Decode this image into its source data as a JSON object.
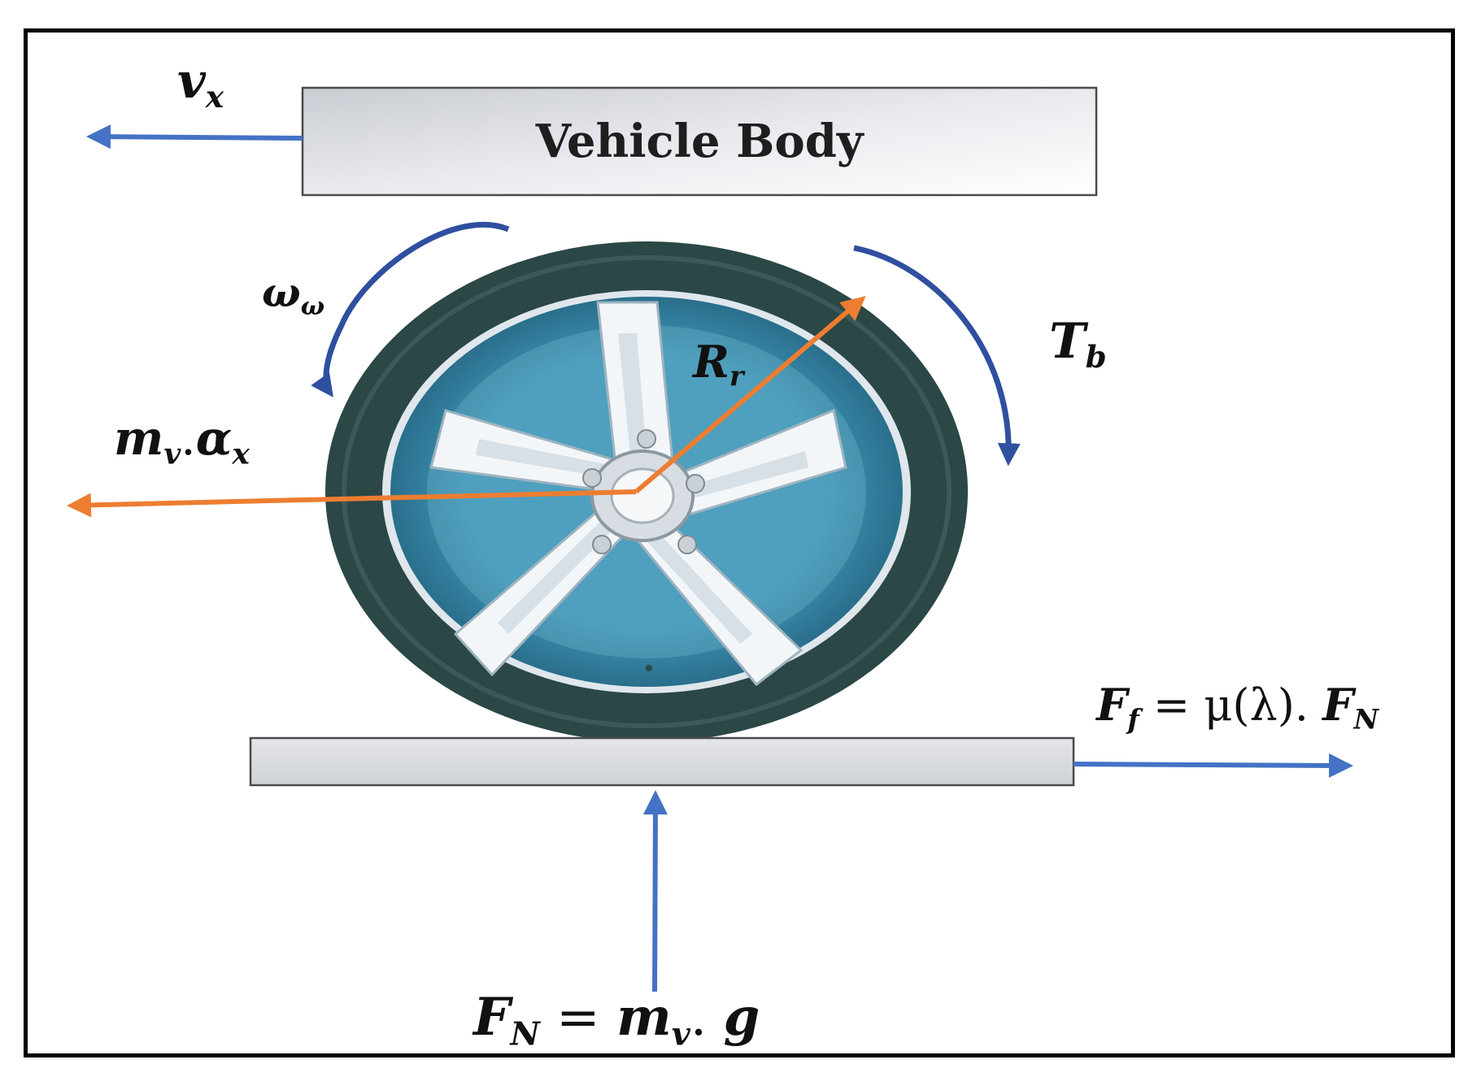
{
  "vehicle_body": {
    "label": "Vehicle Body"
  },
  "labels": {
    "vx": {
      "main": "v",
      "sub": "x"
    },
    "omega": {
      "main": "ω",
      "sub": "ω"
    },
    "tb": {
      "main": "T",
      "sub": "b"
    },
    "rr": {
      "main": "R",
      "sub": "r"
    },
    "inertia": {
      "m": "m",
      "m_sub": "v",
      "dot": ".",
      "a": "α",
      "a_sub": "x"
    },
    "friction": {
      "F": "F",
      "F_sub": "f",
      "eq": " = ",
      "mu": "μ(λ)",
      "dot": ". ",
      "FN": "F",
      "FN_sub": "N"
    },
    "normal": {
      "F": "F",
      "F_sub": "N",
      "eq": " = ",
      "m": "m",
      "m_sub": "v",
      "dot": ". ",
      "g": "g"
    }
  },
  "colors": {
    "blue_arrow": "#4472c4",
    "orange_arrow": "#ed7d31",
    "rotation_arrow": "#2f4f9f",
    "tire": "#24403f",
    "rim": "#4aa3c2",
    "spoke": "#f2f5f8",
    "plate": "#d4d7dc"
  },
  "icons": {
    "wheel": "wheel-icon"
  }
}
